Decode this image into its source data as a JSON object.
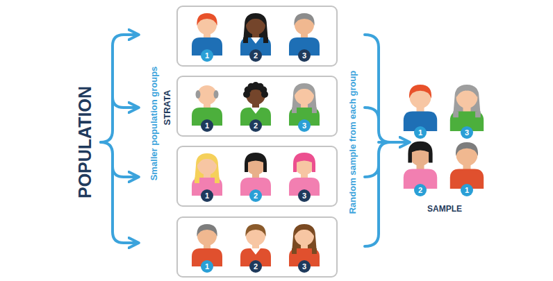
{
  "diagram": {
    "nodes": [
      {
        "text": [
          "1",
          "2",
          "3"
        ]
      },
      {
        "text": [
          "1",
          "2",
          "3"
        ]
      },
      {
        "text": [
          "1",
          "2",
          "3"
        ]
      },
      {
        "text": [
          "1",
          "2",
          "3"
        ]
      }
    ],
    "labels": [
      "POPULATION",
      "Smaller population groups",
      "STRATA",
      "Random sample from each group",
      "1",
      "3",
      "2",
      "1",
      "SAMPLE"
    ]
  }
}
